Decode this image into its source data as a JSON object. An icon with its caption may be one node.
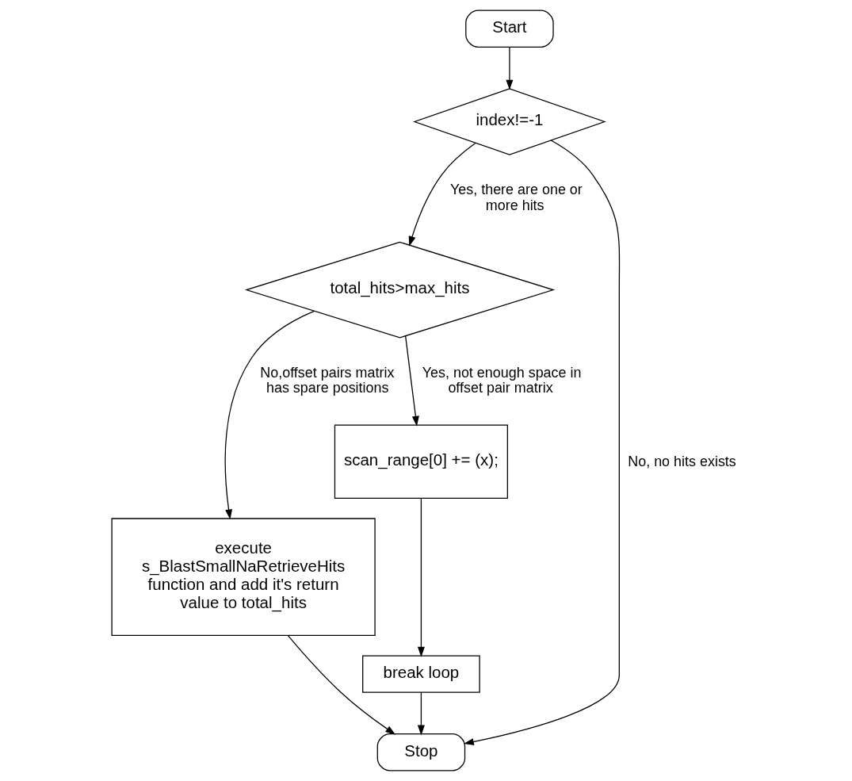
{
  "diagram": {
    "nodes": [
      {
        "text": [
          "Start"
        ]
      },
      {
        "text": [
          "index!=-1"
        ]
      },
      {
        "text": [
          "total_hits>max_hits"
        ]
      },
      {
        "text": [
          "execute s_BlastSmallNaRetrieveHits function and add it's return value to total_hits"
        ]
      },
      {
        "text": [
          "scan_range[0] += (x);"
        ]
      },
      {
        "text": [
          "break loop"
        ]
      },
      {
        "text": [
          "Stop"
        ]
      }
    ],
    "edges": [
      {
        "from": 0,
        "to": 1,
        "arrow": "to"
      },
      {
        "from": 1,
        "to": 2,
        "arrow": "to",
        "label": "Yes, there are one or more hits"
      },
      {
        "from": 1,
        "to": 6,
        "arrow": "to",
        "label": "No, no hits exists"
      },
      {
        "from": 2,
        "to": 3,
        "arrow": "to",
        "label": "No,offset pairs matrix has spare positions"
      },
      {
        "from": 2,
        "to": 4,
        "arrow": "to",
        "label": "Yes, not enough space in offset pair matrix"
      },
      {
        "from": 4,
        "to": 5,
        "arrow": "to"
      },
      {
        "from": 3,
        "to": 6,
        "arrow": "to"
      },
      {
        "from": 5,
        "to": 6,
        "arrow": "to"
      }
    ]
  }
}
